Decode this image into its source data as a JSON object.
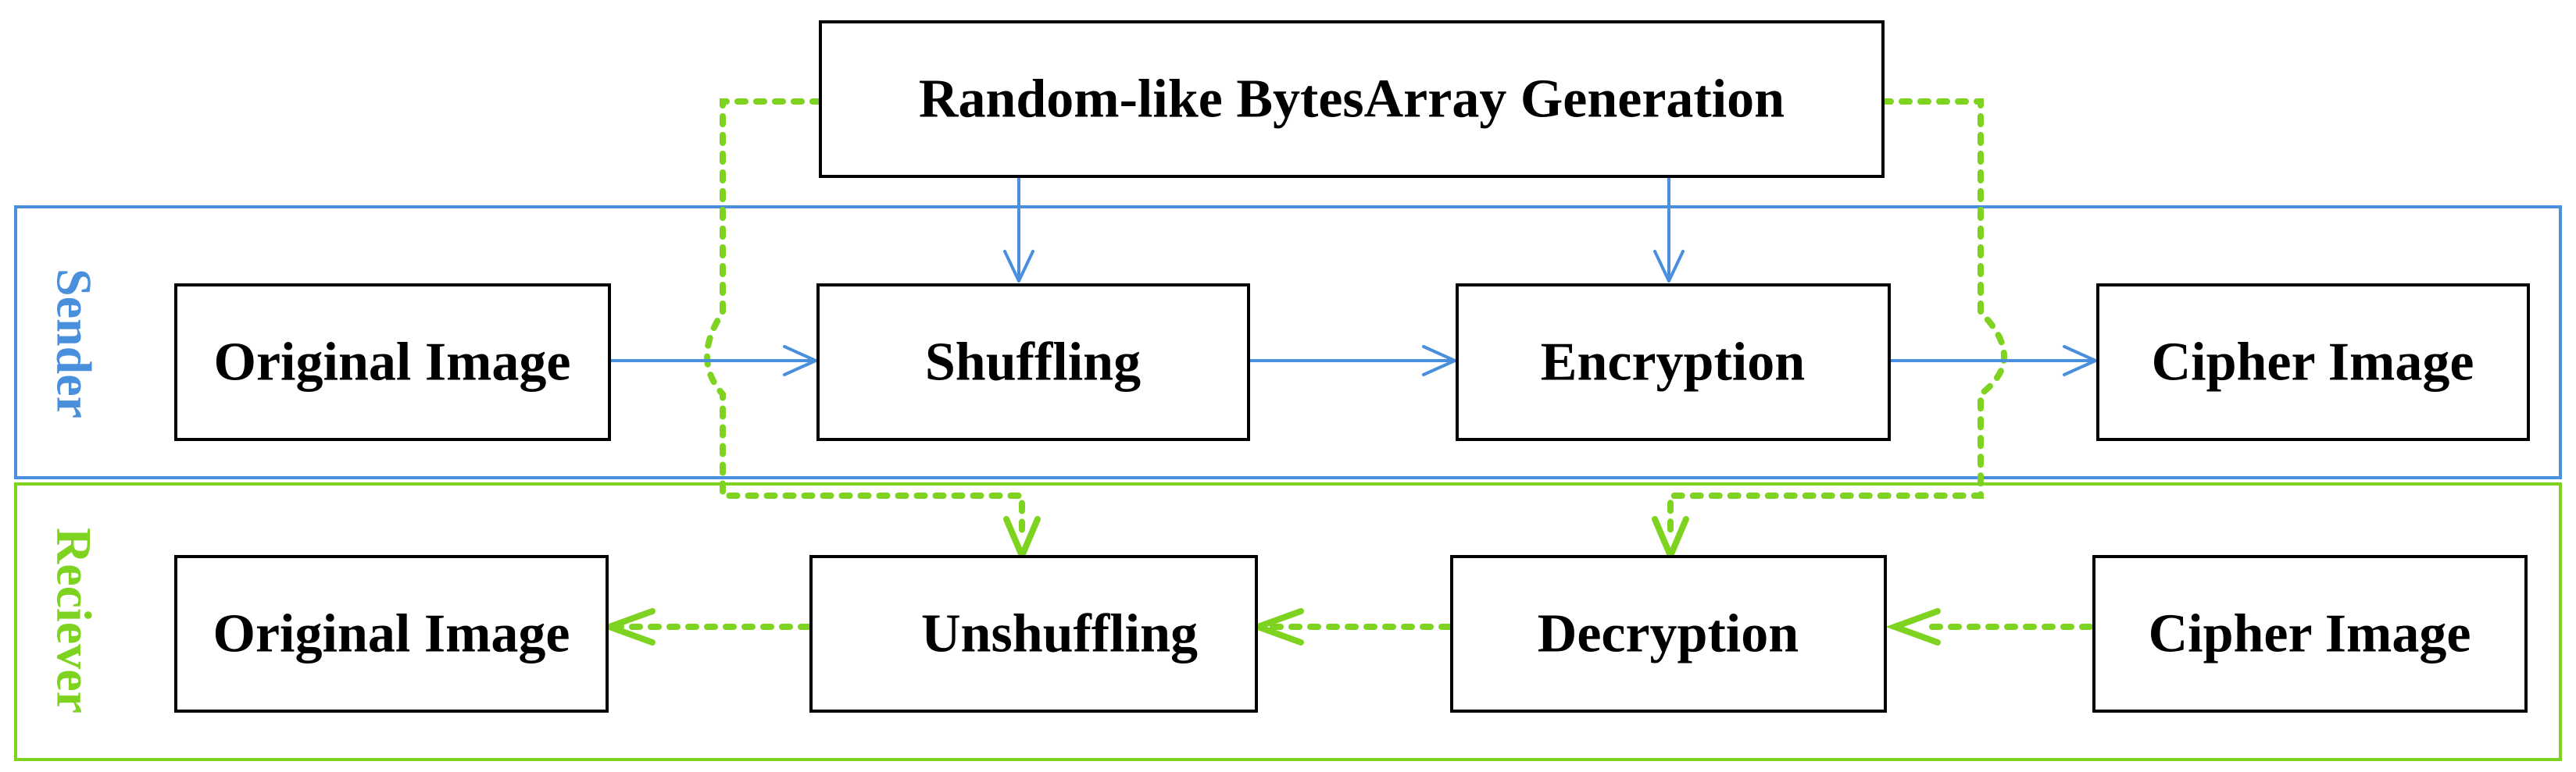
{
  "colors": {
    "sender": "#4a8fdc",
    "receiver": "#7ed321",
    "box_stroke": "#000000"
  },
  "generator": {
    "label": "Random-like BytesArray Generation"
  },
  "lanes": {
    "sender": {
      "label": "Sender",
      "boxes": [
        "Original Image",
        "Shuffling",
        "Encryption",
        "Cipher Image"
      ]
    },
    "receiver": {
      "label": "Reciever",
      "boxes": [
        "Original Image",
        "Unshuffling",
        "Decryption",
        "Cipher Image"
      ]
    }
  }
}
